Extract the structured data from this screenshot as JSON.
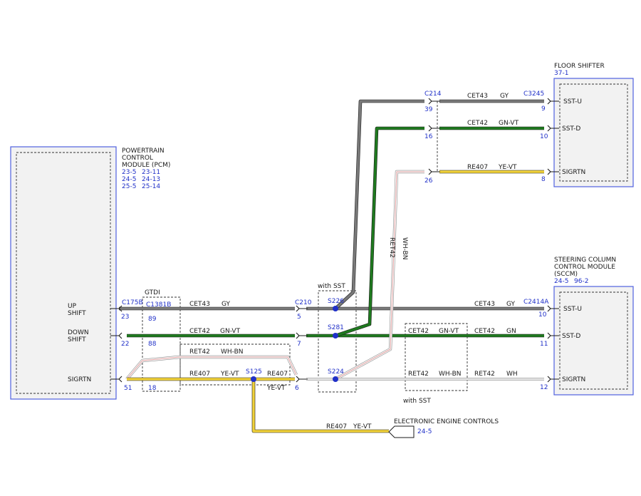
{
  "modules": {
    "pcm": {
      "name_lines": [
        "POWERTRAIN",
        "CONTROL",
        "MODULE (PCM)"
      ],
      "refs": [
        "23-5",
        "23-11",
        "24-5",
        "24-13",
        "25-5",
        "25-14"
      ]
    },
    "floor": {
      "name_lines": [
        "FLOOR SHIFTER"
      ],
      "refs": [
        "37-1"
      ]
    },
    "sccm": {
      "name_lines": [
        "STEERING COLUMN",
        "CONTROL MODULE",
        "(SCCM)"
      ],
      "refs": [
        "24-5",
        "96-2"
      ]
    },
    "eec": {
      "name": "ELECTRONIC ENGINE CONTROLS",
      "ref": "24-5"
    }
  },
  "pcm_pins": {
    "up": [
      "UP",
      "SHIFT"
    ],
    "down": [
      "DOWN",
      "SHIFT"
    ],
    "sig": "SIGRTN"
  },
  "floor_pins": {
    "u": "SST-U",
    "d": "SST-D",
    "s": "SIGRTN"
  },
  "sccm_pins": {
    "u": "SST-U",
    "d": "SST-D",
    "s": "SIGRTN"
  },
  "connectors": {
    "c175b": "C175B",
    "c1381b": "C1381B",
    "c210": "C210",
    "c214": "C214",
    "c3245": "C3245",
    "c2414a": "C2414A",
    "gtdi": "GTDI"
  },
  "pins": {
    "p23": "23",
    "p22": "22",
    "p51": "51",
    "p89": "89",
    "p88": "88",
    "p18": "18",
    "p5": "5",
    "p7": "7",
    "p6": "6",
    "p39": "39",
    "p16": "16",
    "p26": "26",
    "p9": "9",
    "p10a": "10",
    "p8": "8",
    "p10b": "10",
    "p11": "11",
    "p12": "12"
  },
  "splices": {
    "s226": "S226",
    "s281": "S281",
    "s224": "S224",
    "s125": "S125"
  },
  "notes": {
    "with_sst_1": "with SST",
    "with_sst_2": "with SST"
  },
  "wires": {
    "cet43": "CET43",
    "gy": "GY",
    "cet42": "CET42",
    "gnvt": "GN-VT",
    "gn": "GN",
    "ret42": "RET42",
    "whbn": "WH-BN",
    "wh": "WH",
    "re407": "RE407",
    "yevt": "YE-VT"
  },
  "colors": {
    "gray": "#7a7a7a",
    "green": "#1f7a1f",
    "yellow": "#f1d23a",
    "white": "#ffffff",
    "pink": "#e0a0a0",
    "blue": "#2030c8"
  }
}
